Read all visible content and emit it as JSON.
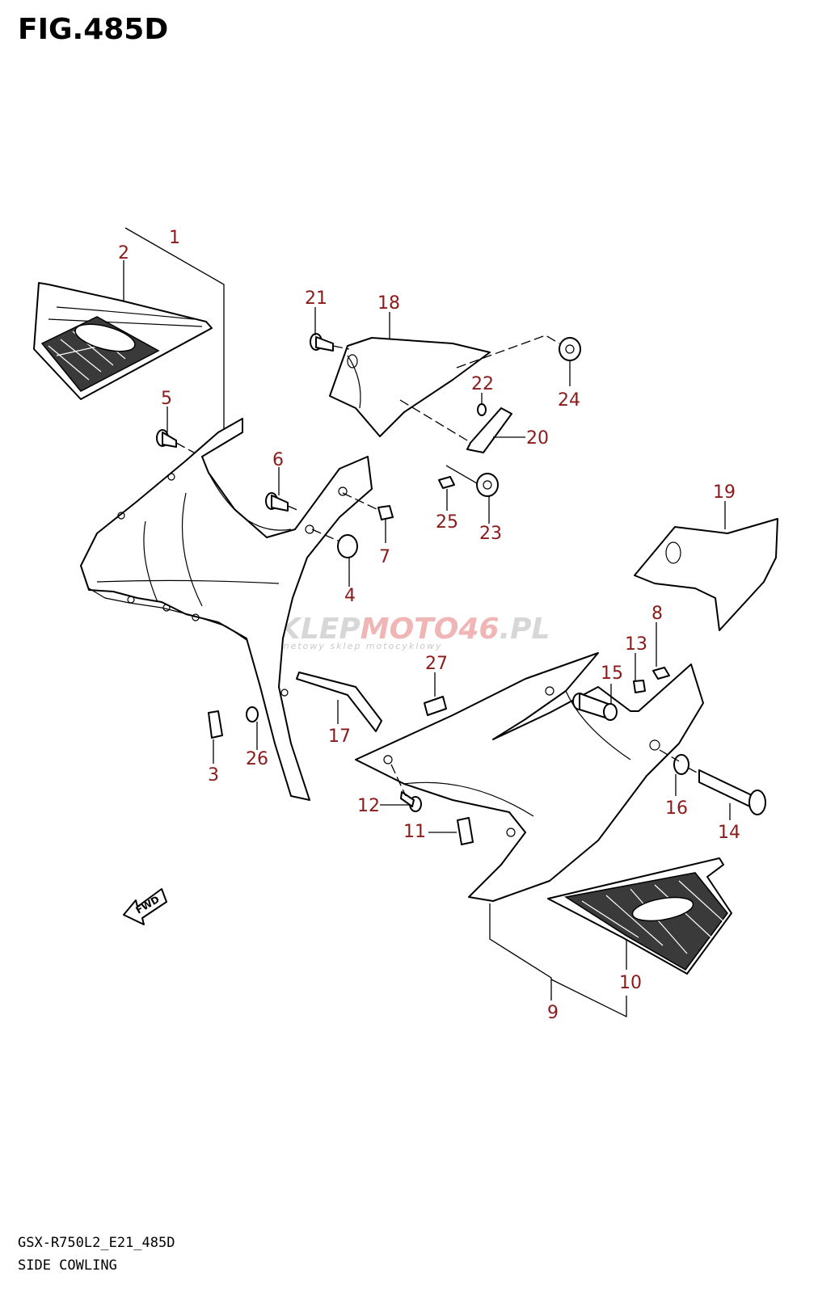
{
  "figure": {
    "title": "FIG.485D"
  },
  "watermark": {
    "brand_a": "SKLEP",
    "brand_b": "MOTO",
    "brand_c": "46",
    "brand_d": ".PL",
    "tagline": "internetowy sklep motocyklowy"
  },
  "fwd_label": "FWD",
  "callouts": {
    "c1": "1",
    "c2": "2",
    "c3": "3",
    "c4": "4",
    "c5": "5",
    "c6": "6",
    "c7": "7",
    "c8": "8",
    "c9": "9",
    "c10": "10",
    "c11": "11",
    "c12": "12",
    "c13": "13",
    "c14": "14",
    "c15": "15",
    "c16": "16",
    "c17": "17",
    "c18": "18",
    "c19": "19",
    "c20": "20",
    "c21": "21",
    "c22": "22",
    "c23": "23",
    "c24": "24",
    "c25": "25",
    "c26": "26",
    "c27": "27"
  },
  "footer": {
    "code": "GSX-R750L2_E21_485D",
    "name": "SIDE COWLING"
  },
  "colors": {
    "callout": "#8B1A1A",
    "line": "#000000",
    "background": "#ffffff"
  }
}
